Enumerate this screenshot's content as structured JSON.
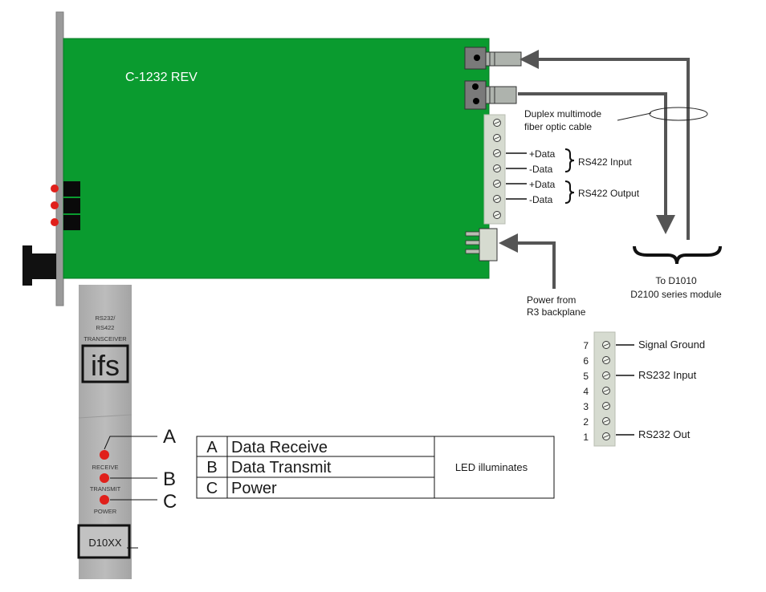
{
  "board": {
    "label": "C-1232 REV"
  },
  "fiber": {
    "cable_label_1": "Duplex multimode",
    "cable_label_2": "fiber optic cable",
    "to_label_1": "To D1010",
    "to_label_2": "D2100 series module"
  },
  "rs422": {
    "input_plus": "+Data",
    "input_minus": "-Data",
    "input_label": "RS422 Input",
    "output_plus": "+Data",
    "output_minus": "-Data",
    "output_label": "RS422 Output"
  },
  "power": {
    "label_1": "Power from",
    "label_2": "R3 backplane"
  },
  "faceplate": {
    "text_1": "RS232/",
    "text_2": "RS422",
    "text_3": "TRANSCEIVER",
    "logo": "ifs",
    "led_receive": "RECEIVE",
    "led_transmit": "TRANSMIT",
    "led_power": "POWER",
    "model": "D10XX"
  },
  "callouts": {
    "a": "A",
    "b": "B",
    "c": "C"
  },
  "led_table": {
    "rows": [
      {
        "letter": "A",
        "name": "Data Receive"
      },
      {
        "letter": "B",
        "name": "Data Transmit"
      },
      {
        "letter": "C",
        "name": "Power"
      }
    ],
    "note": "LED illuminates"
  },
  "rs232": {
    "pins": [
      "7",
      "6",
      "5",
      "4",
      "3",
      "2",
      "1"
    ],
    "signal_ground": "Signal Ground",
    "input": "RS232 Input",
    "output": "RS232 Out"
  },
  "colors": {
    "board": "#0a9b2f",
    "led": "#e0201b",
    "faceplate": "#b4b4b4",
    "terminal": "#d6dbd0",
    "arrow": "#555555"
  }
}
